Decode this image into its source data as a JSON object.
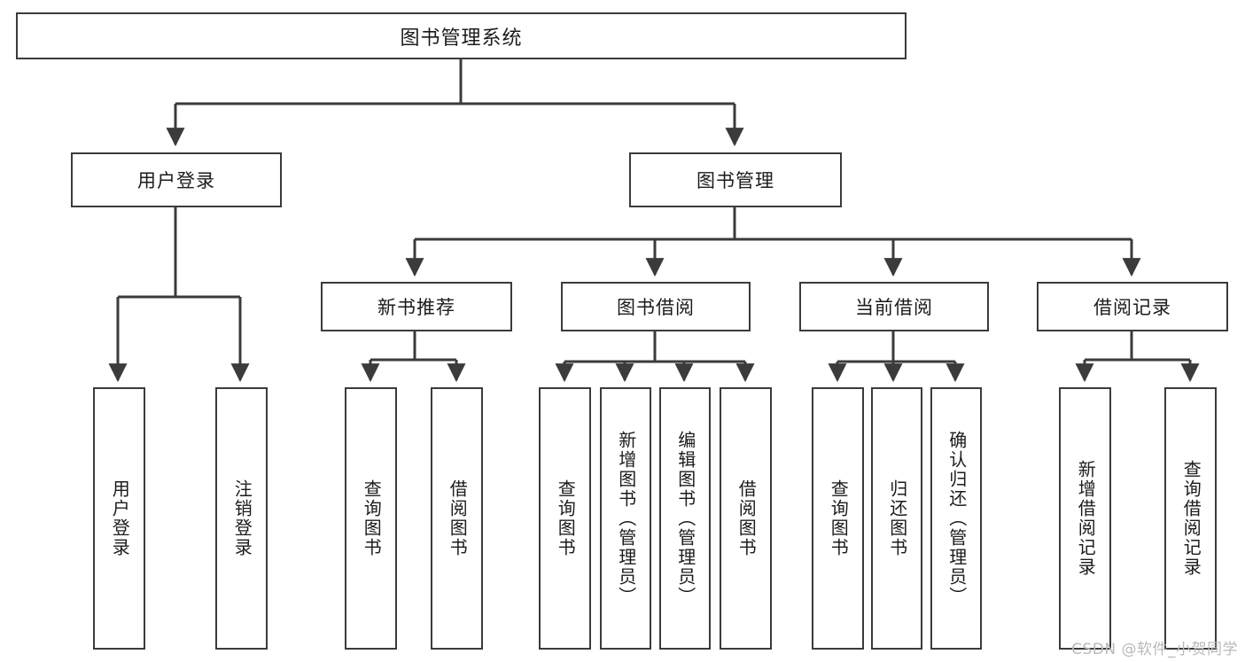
{
  "diagram": {
    "title": "图书管理系统",
    "watermark": "CSDN @软件_小贺同学",
    "line_color": "#3b3b3b",
    "box_fill": "#ffffff",
    "text_color": "#1b1b1b",
    "watermark_color": "#b9b9b9"
  },
  "nodes": {
    "root": {
      "label": "图书管理系统"
    },
    "level1": [
      {
        "label": "用户登录"
      },
      {
        "label": "图书管理"
      }
    ],
    "level2": [
      {
        "label": "新书推荐"
      },
      {
        "label": "图书借阅"
      },
      {
        "label": "当前借阅"
      },
      {
        "label": "借阅记录"
      }
    ],
    "leaves": {
      "user_login": [
        {
          "label": "用户登录"
        },
        {
          "label": "注销登录"
        }
      ],
      "new_book_recommend": [
        {
          "label": "查询图书"
        },
        {
          "label": "借阅图书"
        }
      ],
      "book_borrow": [
        {
          "label": "查询图书"
        },
        {
          "label": "新增图书（管理员）"
        },
        {
          "label": "编辑图书（管理员）"
        },
        {
          "label": "借阅图书"
        }
      ],
      "current_borrow": [
        {
          "label": "查询图书"
        },
        {
          "label": "归还图书"
        },
        {
          "label": "确认归还（管理员）"
        }
      ],
      "borrow_record": [
        {
          "label": "新增借阅记录"
        },
        {
          "label": "查询借阅记录"
        }
      ]
    }
  }
}
